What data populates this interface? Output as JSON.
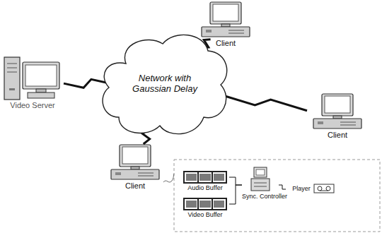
{
  "diagram": {
    "nodes": [
      {
        "text": [
          "Client"
        ]
      },
      {
        "text": [
          "Video Server"
        ]
      },
      {
        "text": [
          "Network with Gaussian Delay"
        ]
      },
      {
        "text": [
          "Client"
        ]
      },
      {
        "text": [
          "Client"
        ]
      },
      {
        "text": [
          "Audio Buffer"
        ]
      },
      {
        "text": [
          "Sync. Controller"
        ]
      },
      {
        "text": [
          "Player"
        ]
      },
      {
        "text": [
          "Video Buffer"
        ]
      }
    ],
    "edges": [
      {
        "from": 1,
        "to": 2,
        "arrow": "none"
      },
      {
        "from": 2,
        "to": 0,
        "arrow": "none"
      },
      {
        "from": 2,
        "to": 3,
        "arrow": "none"
      },
      {
        "from": 2,
        "to": 4,
        "arrow": "none"
      },
      {
        "from": 5,
        "to": 6,
        "arrow": "none"
      },
      {
        "from": 8,
        "to": 6,
        "arrow": "none"
      },
      {
        "from": 6,
        "to": 7,
        "arrow": "none"
      }
    ]
  }
}
